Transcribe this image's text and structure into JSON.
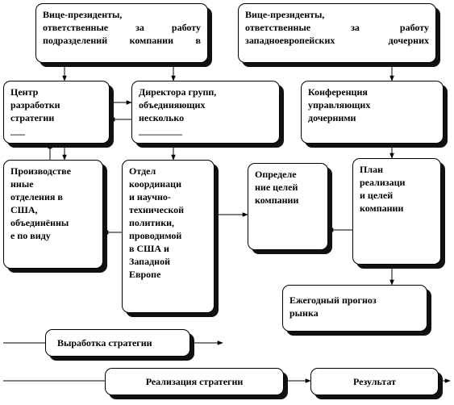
{
  "boxes": {
    "vp_divisions": "Вице-президенты,\nответственные за работу\nподразделений компании в",
    "vp_western_europe": "Вице-президенты,\nответственные за работу\nзападноевропейских дочерних",
    "strategy_center": "Центр\nразработки\nстратегии\n___",
    "group_directors": "Директора групп,\nобъединяющих\nнесколько\n_________",
    "managers_conference": "Конференция\nуправляющих\nдочерними",
    "us_production": "Производстве\nнные\nотделения в\nСША,\nобъединённы\nе по виду",
    "coordination_dept": "Отдел\nкоординаци\nи научно-\nтехнической\nполитики,\nпроводимой\nв США и\nЗападной\nЕвропе",
    "goal_setting": "Определе\nние целей\nкомпании",
    "plan": "План\nреализаци\nи целей\nкомпании",
    "market_forecast": "Ежегодный прогноз\nрынка",
    "strategy_development": "Выработка стратегии",
    "strategy_implementation": "Реализация стратегии",
    "result": "Результат"
  }
}
